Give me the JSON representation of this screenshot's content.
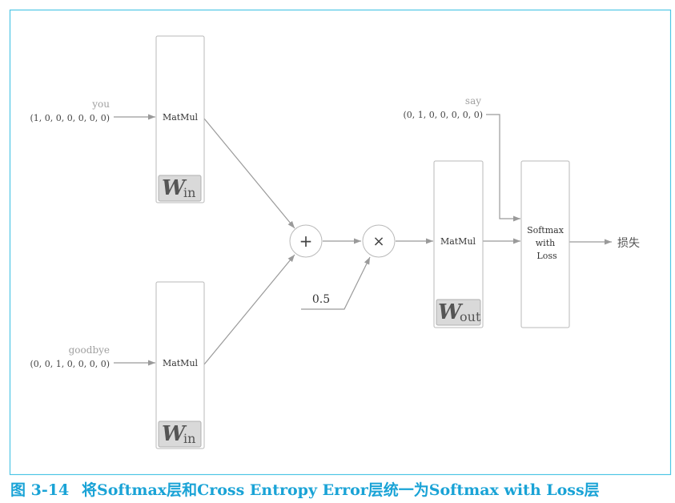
{
  "diagram": {
    "inputs": {
      "you": {
        "word": "you",
        "vector": "(1, 0, 0, 0, 0, 0, 0)"
      },
      "goodbye": {
        "word": "goodbye",
        "vector": "(0, 0, 1, 0, 0, 0, 0)"
      },
      "say": {
        "word": "say",
        "vector": "(0, 1, 0, 0, 0, 0, 0)"
      }
    },
    "nodes": {
      "matmul_top": {
        "label": "MatMul",
        "weight": "W",
        "weight_sub": "in"
      },
      "matmul_bottom": {
        "label": "MatMul",
        "weight": "W",
        "weight_sub": "in"
      },
      "matmul_out": {
        "label": "MatMul",
        "weight": "W",
        "weight_sub": "out"
      },
      "add": {
        "symbol": "+"
      },
      "mul": {
        "symbol": "×"
      },
      "scale": {
        "value": "0.5"
      },
      "softmax": {
        "line1": "Softmax",
        "line2": "with",
        "line3": "Loss"
      },
      "loss": {
        "label": "损失"
      }
    }
  },
  "caption": {
    "figure_number": "图 3-14",
    "text": "将Softmax层和Cross Entropy Error层统一为Softmax with Loss层"
  },
  "colors": {
    "frame": "#4fc6e6",
    "caption": "#1aa3d6",
    "lines": "#9a9a9a"
  }
}
